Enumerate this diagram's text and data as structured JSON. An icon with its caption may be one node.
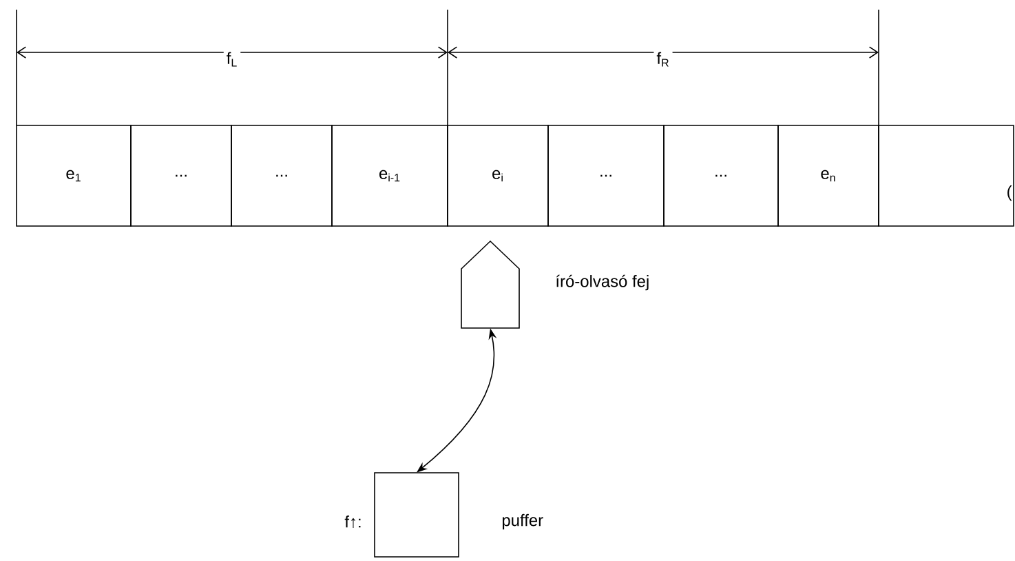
{
  "diagram": {
    "nodes": [
      {
        "text": [
          "e$_{1}$"
        ]
      },
      {
        "text": [
          "..."
        ]
      },
      {
        "text": [
          "..."
        ]
      },
      {
        "text": [
          "e$_{i-1}$"
        ]
      },
      {
        "text": [
          "e$_{i}$"
        ]
      },
      {
        "text": [
          "..."
        ]
      },
      {
        "text": [
          "..."
        ]
      },
      {
        "text": [
          "e$_{n}$"
        ]
      },
      {
        "text": [
          "("
        ]
      },
      {
        "text": [],
        "shape": "pentagon",
        "beside": [
          "író-olvasó fej"
        ]
      },
      {
        "text": [],
        "shape": "box",
        "beside": [
          "f↑:",
          "puffer"
        ]
      }
    ],
    "edges": [
      {
        "from": 9,
        "to": 10,
        "arrow": "both"
      }
    ],
    "labels": [
      "f$_{L}$",
      "f$_{R}$"
    ]
  }
}
